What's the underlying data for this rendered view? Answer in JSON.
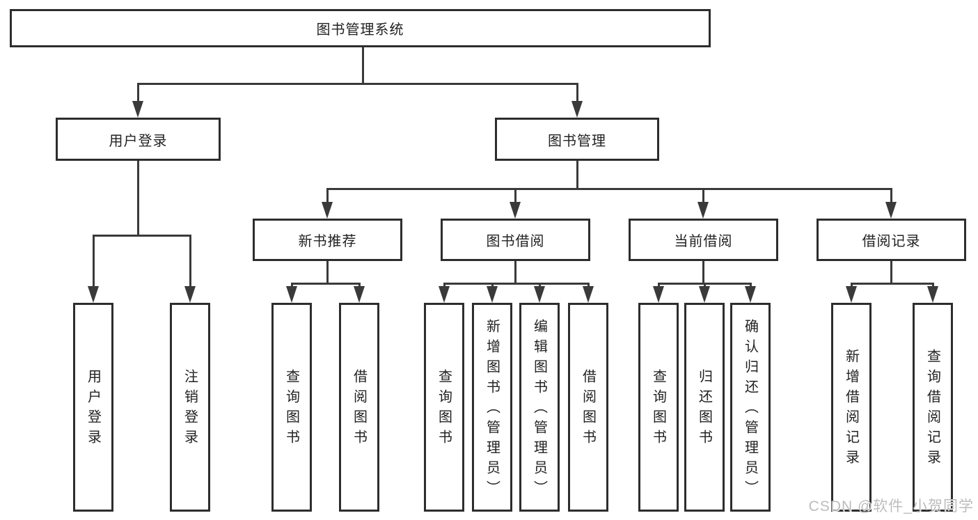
{
  "tree": {
    "root": "图书管理系统",
    "children": [
      {
        "label": "用户登录",
        "children": [
          {
            "label": "用户登录"
          },
          {
            "label": "注销登录"
          }
        ]
      },
      {
        "label": "图书管理",
        "children": [
          {
            "label": "新书推荐",
            "children": [
              {
                "label": "查询图书"
              },
              {
                "label": "借阅图书"
              }
            ]
          },
          {
            "label": "图书借阅",
            "children": [
              {
                "label": "查询图书"
              },
              {
                "label": "新增图书（管理员）"
              },
              {
                "label": "编辑图书（管理员）"
              },
              {
                "label": "借阅图书"
              }
            ]
          },
          {
            "label": "当前借阅",
            "children": [
              {
                "label": "查询图书"
              },
              {
                "label": "归还图书"
              },
              {
                "label": "确认归还（管理员）"
              }
            ]
          },
          {
            "label": "借阅记录",
            "children": [
              {
                "label": "新增借阅记录"
              },
              {
                "label": "查询借阅记录"
              }
            ]
          }
        ]
      }
    ]
  },
  "watermark": "CSDN @软件_小贺同学",
  "colors": {
    "line": "#3a3a3a",
    "box_border": "#2d2d2d",
    "box_fill": "#ffffff",
    "text": "#222222",
    "watermark": "#bcbcbc"
  }
}
